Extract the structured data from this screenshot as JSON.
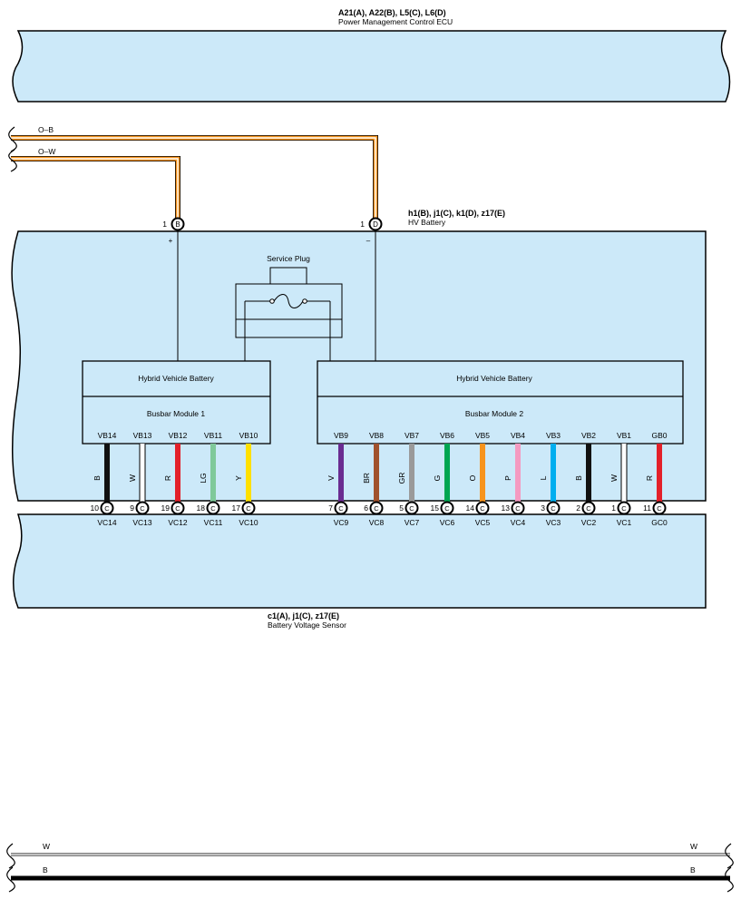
{
  "ecu": {
    "codes": "A21(A), A22(B), L5(C), L6(D)",
    "name": "Power Management Control ECU"
  },
  "hv_battery": {
    "codes": "h1(B), j1(C), k1(D), z17(E)",
    "name": "HV Battery"
  },
  "sensor": {
    "codes": "c1(A), j1(C), z17(E)",
    "name": "Battery Voltage Sensor"
  },
  "service_plug": "Service Plug",
  "feed_wires": [
    {
      "color": "O–B",
      "pin": "1",
      "conn": "D",
      "polarity": "–"
    },
    {
      "color": "O–W",
      "pin": "1",
      "conn": "B",
      "polarity": "+"
    }
  ],
  "module1": {
    "title": "Hybrid Vehicle Battery",
    "subtitle": "Busbar Module 1"
  },
  "module2": {
    "title": "Hybrid Vehicle Battery",
    "subtitle": "Busbar Module 2"
  },
  "module1_wires": [
    {
      "term": "VB14",
      "color": "B",
      "hex": "#111111",
      "pin": "10",
      "conn": "C",
      "label": "VC14"
    },
    {
      "term": "VB13",
      "color": "W",
      "hex": "#ffffff",
      "pin": "9",
      "conn": "C",
      "label": "VC13"
    },
    {
      "term": "VB12",
      "color": "R",
      "hex": "#e3202a",
      "pin": "19",
      "conn": "C",
      "label": "VC12"
    },
    {
      "term": "VB11",
      "color": "LG",
      "hex": "#7fc99a",
      "pin": "18",
      "conn": "C",
      "label": "VC11"
    },
    {
      "term": "VB10",
      "color": "Y",
      "hex": "#ffe000",
      "pin": "17",
      "conn": "C",
      "label": "VC10"
    }
  ],
  "module2_wires": [
    {
      "term": "VB9",
      "color": "V",
      "hex": "#6a2c91",
      "pin": "7",
      "conn": "C",
      "label": "VC9"
    },
    {
      "term": "VB8",
      "color": "BR",
      "hex": "#a0522d",
      "pin": "6",
      "conn": "C",
      "label": "VC8"
    },
    {
      "term": "VB7",
      "color": "GR",
      "hex": "#9a9a9a",
      "pin": "5",
      "conn": "C",
      "label": "VC7"
    },
    {
      "term": "VB6",
      "color": "G",
      "hex": "#00a651",
      "pin": "15",
      "conn": "C",
      "label": "VC6"
    },
    {
      "term": "VB5",
      "color": "O",
      "hex": "#f7941d",
      "pin": "14",
      "conn": "C",
      "label": "VC5"
    },
    {
      "term": "VB4",
      "color": "P",
      "hex": "#f49ac1",
      "pin": "13",
      "conn": "C",
      "label": "VC4"
    },
    {
      "term": "VB3",
      "color": "L",
      "hex": "#00aeef",
      "pin": "3",
      "conn": "C",
      "label": "VC3"
    },
    {
      "term": "VB2",
      "color": "B",
      "hex": "#111111",
      "pin": "2",
      "conn": "C",
      "label": "VC2"
    },
    {
      "term": "VB1",
      "color": "W",
      "hex": "#ffffff",
      "pin": "1",
      "conn": "C",
      "label": "VC1"
    },
    {
      "term": "GB0",
      "color": "R",
      "hex": "#e3202a",
      "pin": "11",
      "conn": "C",
      "label": "GC0"
    }
  ],
  "bottom_wires": [
    {
      "color": "W",
      "hex": "#ffffff"
    },
    {
      "color": "B",
      "hex": "#111111"
    }
  ],
  "colors": {
    "panel": "#cce9f9",
    "orange": "#f7941d"
  }
}
